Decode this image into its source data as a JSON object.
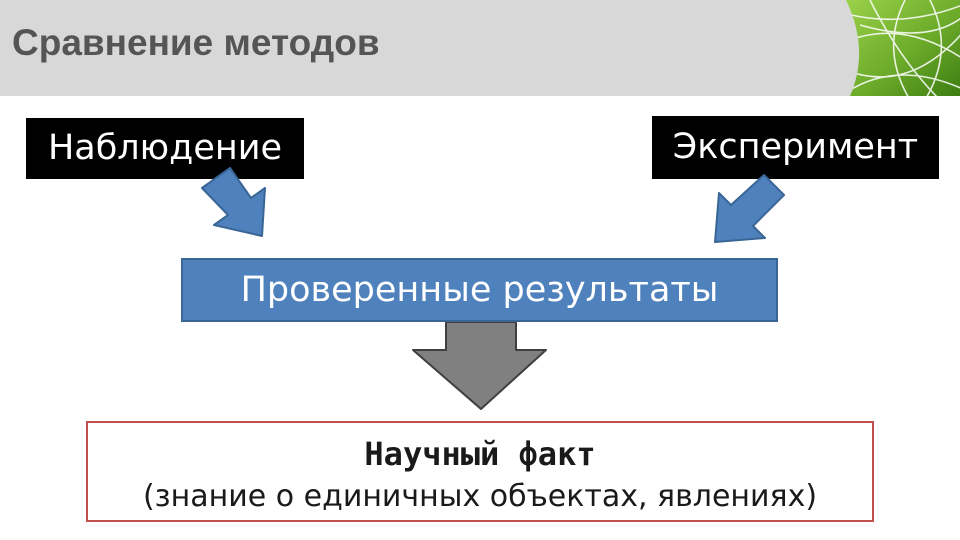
{
  "slide": {
    "title": "Сравнение методов"
  },
  "methods": {
    "observation": "Наблюдение",
    "experiment": "Эксперимент"
  },
  "result": {
    "label": "Проверенные результаты"
  },
  "fact": {
    "title": "Научный факт",
    "subtitle": "(знание о единичных объектах, явлениях)"
  },
  "colors": {
    "header_bg": "#d8d8d8",
    "title_text": "#555555",
    "method_box_bg": "#000000",
    "result_box_bg": "#4f81bd",
    "small_arrow_fill": "#4f81bd",
    "big_arrow_fill": "#808080",
    "fact_border": "#c0504d",
    "corner_green": "#6cab2a"
  }
}
